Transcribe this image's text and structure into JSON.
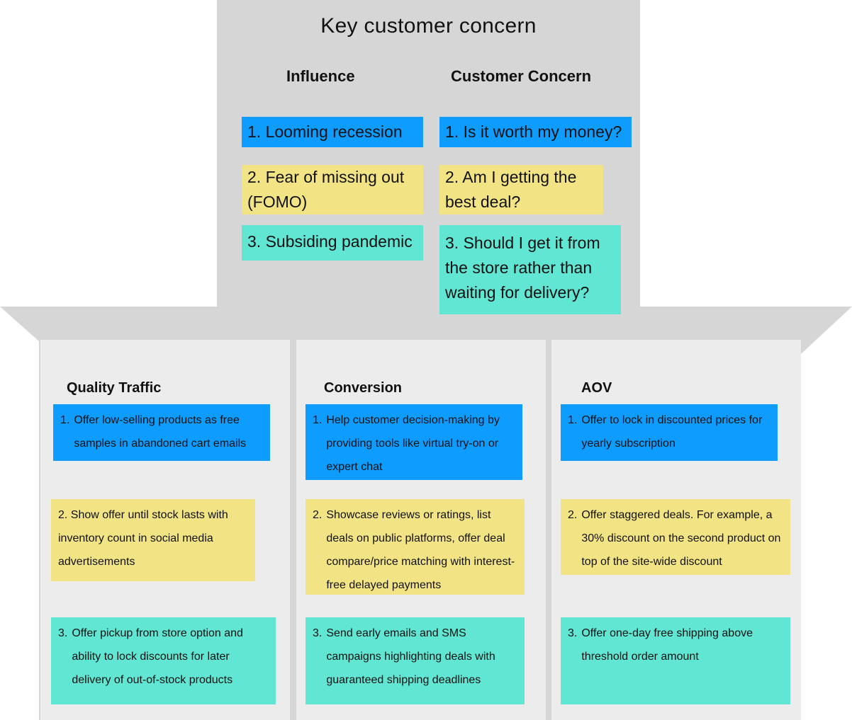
{
  "header": {
    "title": "Key customer concern"
  },
  "influence": {
    "heading": "Influence",
    "items": [
      {
        "label": "1. Looming recession"
      },
      {
        "label": "2. Fear of missing out (FOMO)"
      },
      {
        "label": "3. Subsiding pandemic"
      }
    ]
  },
  "concern": {
    "heading": "Customer Concern",
    "items": [
      {
        "label": "1. Is it worth my money?"
      },
      {
        "label": "2. Am I getting the best deal?"
      },
      {
        "label": "3. Should I get it from the store rather than waiting for delivery?"
      }
    ]
  },
  "columns": [
    {
      "heading": "Quality Traffic",
      "items": [
        {
          "num": "1.",
          "text": "Offer low-selling products as free samples in abandoned cart emails"
        },
        {
          "num": "2.",
          "text": "Show offer until stock lasts with inventory count in social media advertisements"
        },
        {
          "num": "3.",
          "text": "Offer pickup from store option and ability to lock discounts for later delivery of out-of-stock products"
        }
      ]
    },
    {
      "heading": "Conversion",
      "items": [
        {
          "num": "1.",
          "text": "Help customer decision-making by providing tools like virtual try-on or expert chat"
        },
        {
          "num": "2.",
          "text": "Showcase reviews or ratings, list deals on public platforms, offer deal compare/price matching with interest-free delayed payments"
        },
        {
          "num": "3.",
          "text": "Send early emails and SMS campaigns highlighting deals with guaranteed shipping deadlines"
        }
      ]
    },
    {
      "heading": "AOV",
      "items": [
        {
          "num": "1.",
          "text": "Offer to lock in discounted prices for yearly subscription"
        },
        {
          "num": "2.",
          "text": "Offer staggered deals. For example, a 30% discount on the second product on top of the site-wide discount"
        },
        {
          "num": "3.",
          "text": "Offer one-day free shipping above threshold order amount"
        }
      ]
    }
  ],
  "colors": {
    "blue": "#0e9cff",
    "yellow": "#f2e484",
    "teal": "#62e6d4",
    "panel": "#d6d6d6",
    "column": "#ececec"
  }
}
